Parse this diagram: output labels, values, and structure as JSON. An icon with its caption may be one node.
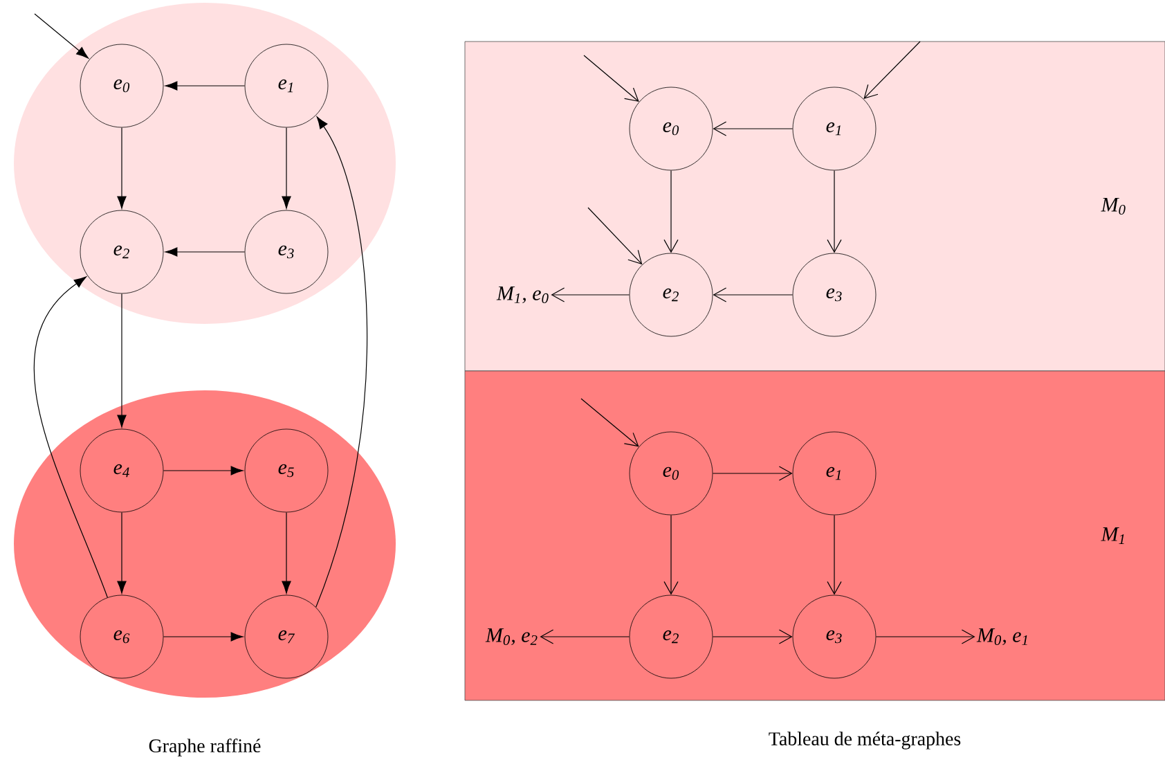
{
  "diagram": {
    "nodes": [
      {
        "text": [],
        "shape": "ellipse"
      },
      {
        "text": [
          "e$_{0}$"
        ],
        "in": 0
      },
      {
        "text": [
          "e$_{1}$"
        ],
        "in": 0
      },
      {
        "text": [
          "e$_{2}$"
        ],
        "in": 0
      },
      {
        "text": [
          "e$_{3}$"
        ],
        "in": 0
      },
      {
        "text": [],
        "shape": "ellipse"
      },
      {
        "text": [
          "e$_{4}$"
        ],
        "in": 5
      },
      {
        "text": [
          "e$_{5}$"
        ],
        "in": 5
      },
      {
        "text": [
          "e$_{6}$"
        ],
        "in": 5
      },
      {
        "text": [
          "e$_{7}$"
        ],
        "in": 5
      },
      {
        "text": [
          "M$_{0}$"
        ]
      },
      {
        "text": [
          "e$_{0}$"
        ],
        "in": 10
      },
      {
        "text": [
          "e$_{1}$"
        ],
        "in": 10
      },
      {
        "text": [
          "e$_{2}$"
        ],
        "in": 10
      },
      {
        "text": [
          "e$_{3}$"
        ],
        "in": 10
      },
      {
        "text": [
          "M$_{1}$, e$_{0}$"
        ],
        "in": 10
      },
      {
        "text": [
          "M$_{1}$"
        ]
      },
      {
        "text": [
          "e$_{0}$"
        ],
        "in": 16
      },
      {
        "text": [
          "e$_{1}$"
        ],
        "in": 16
      },
      {
        "text": [
          "e$_{2}$"
        ],
        "in": 16
      },
      {
        "text": [
          "e$_{3}$"
        ],
        "in": 16
      },
      {
        "text": [
          "M$_{0}$, e$_{2}$"
        ],
        "in": 16
      },
      {
        "text": [
          "M$_{0}$, e$_{1}$"
        ],
        "in": 16
      }
    ],
    "edges": [
      {
        "from": null,
        "to": 1,
        "arrow": "to"
      },
      {
        "from": 2,
        "to": 1,
        "arrow": "to"
      },
      {
        "from": 1,
        "to": 3,
        "arrow": "to"
      },
      {
        "from": 2,
        "to": 4,
        "arrow": "to"
      },
      {
        "from": 4,
        "to": 3,
        "arrow": "to"
      },
      {
        "from": 3,
        "to": 6,
        "arrow": "to"
      },
      {
        "from": 6,
        "to": 7,
        "arrow": "to"
      },
      {
        "from": 6,
        "to": 8,
        "arrow": "to"
      },
      {
        "from": 7,
        "to": 9,
        "arrow": "to"
      },
      {
        "from": 8,
        "to": 9,
        "arrow": "to"
      },
      {
        "from": 8,
        "to": 3,
        "arrow": "to"
      },
      {
        "from": 9,
        "to": 2,
        "arrow": "to"
      },
      {
        "from": null,
        "to": 11,
        "arrow": "to"
      },
      {
        "from": null,
        "to": 12,
        "arrow": "to"
      },
      {
        "from": 12,
        "to": 11,
        "arrow": "to"
      },
      {
        "from": 11,
        "to": 13,
        "arrow": "to"
      },
      {
        "from": 12,
        "to": 14,
        "arrow": "to"
      },
      {
        "from": 14,
        "to": 13,
        "arrow": "to"
      },
      {
        "from": null,
        "to": 13,
        "arrow": "to"
      },
      {
        "from": 13,
        "to": 15,
        "arrow": "to"
      },
      {
        "from": null,
        "to": 17,
        "arrow": "to"
      },
      {
        "from": 17,
        "to": 18,
        "arrow": "to"
      },
      {
        "from": 17,
        "to": 19,
        "arrow": "to"
      },
      {
        "from": 18,
        "to": 20,
        "arrow": "to"
      },
      {
        "from": 19,
        "to": 20,
        "arrow": "to"
      },
      {
        "from": 19,
        "to": 21,
        "arrow": "to"
      },
      {
        "from": 20,
        "to": 22,
        "arrow": "to"
      }
    ],
    "labels": [
      "Graphe raffiné",
      "Tableau de méta-graphes"
    ]
  }
}
